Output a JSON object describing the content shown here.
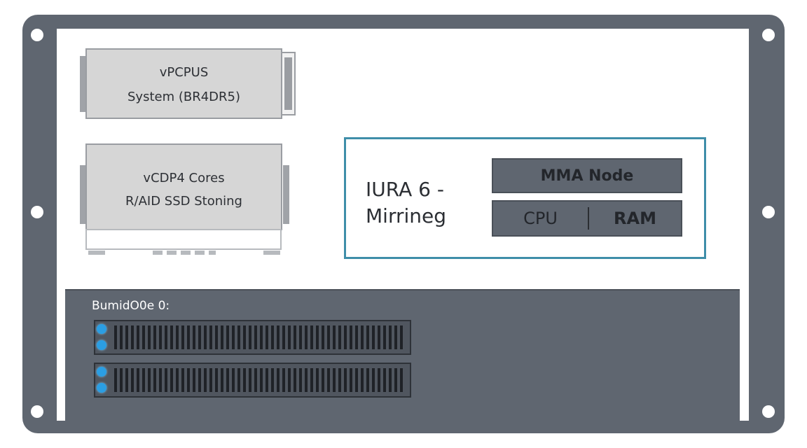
{
  "modules": {
    "top": {
      "line1": "vPCPUS",
      "line2": "System (BR4DR5)"
    },
    "middle": {
      "line1": "vCDP4 Cores",
      "line2": "R/AID SSD Stoning"
    }
  },
  "node": {
    "title_line1": "IURA 6 -",
    "title_line2": "Mirrineg",
    "header": "MMA Node",
    "cpu": "CPU",
    "ram": "RAM"
  },
  "storage": {
    "label": "BumidO0e 0:"
  },
  "colors": {
    "chassis": "#5f6670",
    "accent_border": "#3f8ea9",
    "led": "#2b9ee3"
  }
}
